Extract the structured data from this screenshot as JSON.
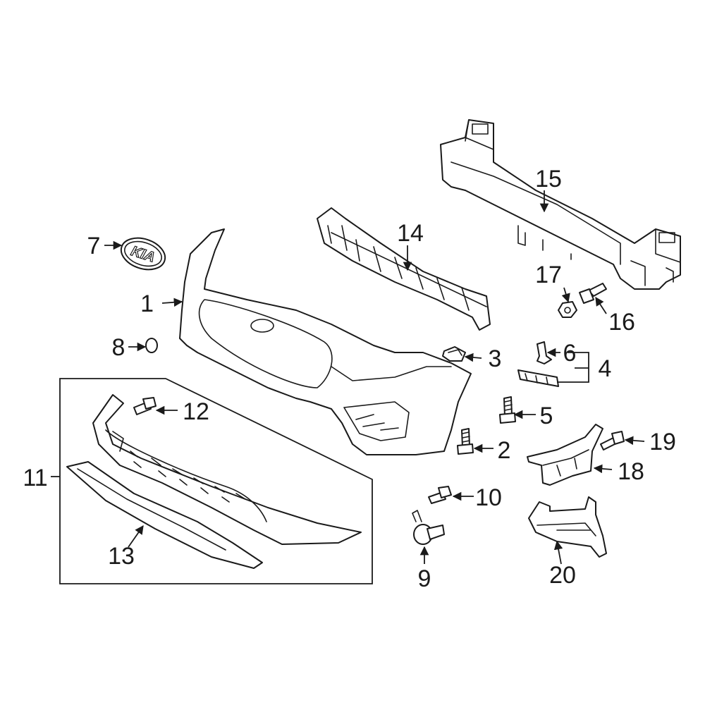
{
  "diagram": {
    "callouts": [
      {
        "id": "p1",
        "label": "1"
      },
      {
        "id": "p2",
        "label": "2"
      },
      {
        "id": "p3",
        "label": "3"
      },
      {
        "id": "p4",
        "label": "4"
      },
      {
        "id": "p5",
        "label": "5"
      },
      {
        "id": "p6",
        "label": "6"
      },
      {
        "id": "p7",
        "label": "7"
      },
      {
        "id": "p8",
        "label": "8"
      },
      {
        "id": "p9",
        "label": "9"
      },
      {
        "id": "p10",
        "label": "10"
      },
      {
        "id": "p11",
        "label": "11"
      },
      {
        "id": "p12",
        "label": "12"
      },
      {
        "id": "p13",
        "label": "13"
      },
      {
        "id": "p14",
        "label": "14"
      },
      {
        "id": "p15",
        "label": "15"
      },
      {
        "id": "p16",
        "label": "16"
      },
      {
        "id": "p17",
        "label": "17"
      },
      {
        "id": "p18",
        "label": "18"
      },
      {
        "id": "p19",
        "label": "19"
      },
      {
        "id": "p20",
        "label": "20"
      }
    ],
    "emblem_text": "KIA"
  }
}
